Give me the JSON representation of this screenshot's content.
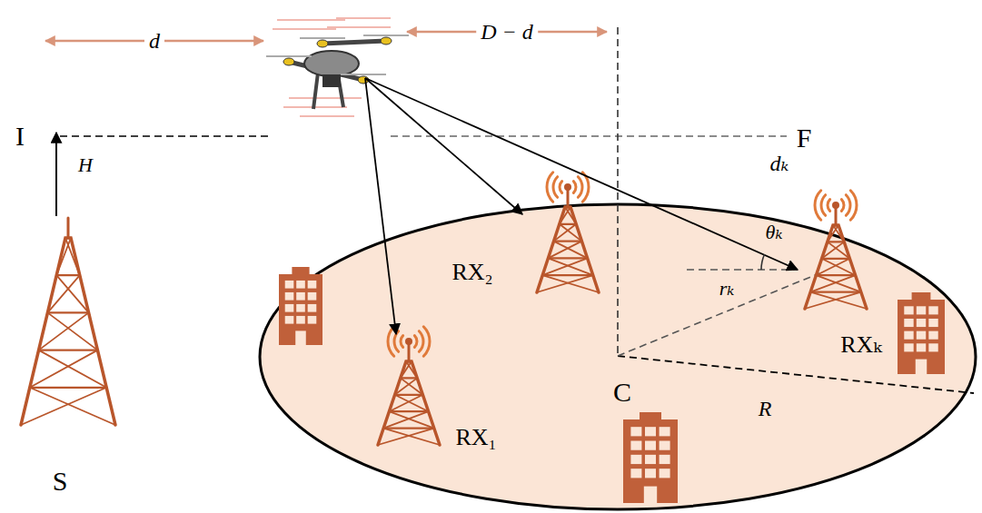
{
  "diagram": {
    "labels": [
      "d",
      "D − d",
      "I",
      "H",
      "F",
      "S",
      "dₖ",
      "θₖ",
      "RX₂",
      "rₖ",
      "RXₖ",
      "C",
      "R",
      "RX₁"
    ]
  }
}
